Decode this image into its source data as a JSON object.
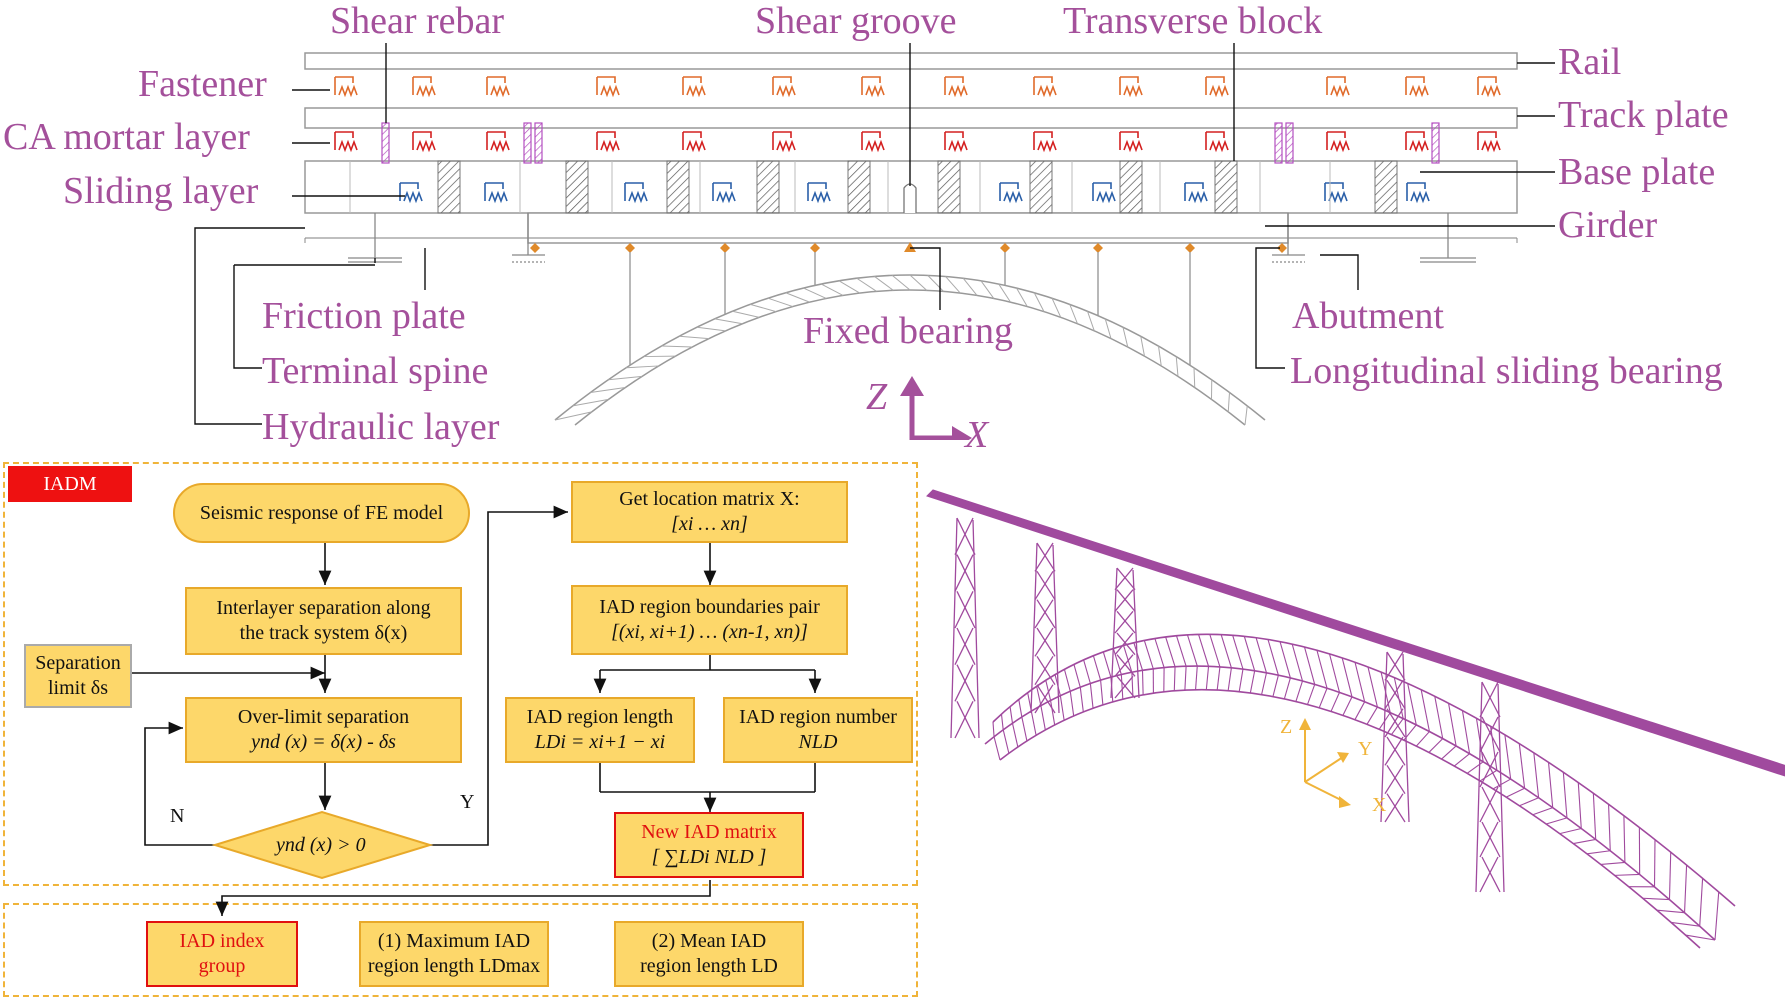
{
  "top_labels": {
    "shear_rebar": "Shear rebar",
    "shear_groove": "Shear groove",
    "transverse_block": "Transverse block",
    "fastener": "Fastener",
    "rail": "Rail",
    "ca_mortar": "CA mortar layer",
    "track_plate": "Track plate",
    "sliding_layer": "Sliding layer",
    "base_plate": "Base plate",
    "girder": "Girder",
    "friction_plate": "Friction plate",
    "abutment": "Abutment",
    "fixed_bearing": "Fixed bearing",
    "terminal_spine": "Terminal spine",
    "long_bearing": "Longitudinal sliding bearing",
    "hydraulic": "Hydraulic layer"
  },
  "axes2d": {
    "z": "Z",
    "x": "X"
  },
  "axes3d": {
    "z": "Z",
    "y": "Y",
    "x": "X"
  },
  "flow": {
    "tag": "IADM",
    "start": "Seismic response of FE model",
    "interlayer_1": "Interlayer separation along",
    "interlayer_2": "the track system δ(x)",
    "sep_limit_1": "Separation",
    "sep_limit_2": "limit δs",
    "overlimit_1": "Over-limit separation",
    "overlimit_2": "ynd (x) = δ(x) - δs",
    "decision": "ynd (x) > 0",
    "no": "N",
    "yes": "Y",
    "location_1": "Get location matrix X:",
    "location_2": "[xi … xn]",
    "boundaries_1": "IAD region boundaries pair",
    "boundaries_2": "[(xi, xi+1) … (xn-1, xn)]",
    "length_1": "IAD region length",
    "length_2": "LDi = xi+1 − xi",
    "number_1": "IAD region number",
    "number_2": "NLD",
    "new_matrix_1": "New IAD matrix",
    "new_matrix_2": "[ ∑LDi   NLD ]",
    "index_1": "IAD  index",
    "index_2": "group",
    "max_1": "(1) Maximum IAD",
    "max_2": "region length  LDmax",
    "mean_1": "(2) Mean IAD",
    "mean_2": "region length  LD"
  },
  "colors": {
    "label": "#a4509b",
    "box_fill": "#fdd76a",
    "box_border": "#e8a92a",
    "red": "#e01010",
    "fastener": "#e06a2a",
    "mortar": "#d42020",
    "sliding": "#2a5fa8",
    "rebar": "#b44fc0",
    "bridge3d": "#a04a9e"
  }
}
